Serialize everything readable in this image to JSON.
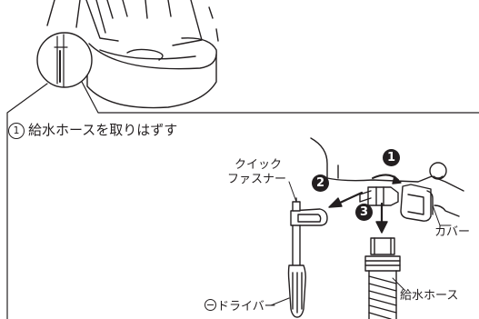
{
  "step": {
    "number": "1",
    "title": "給水ホースを取りはずす"
  },
  "callouts": {
    "n1": "1",
    "n2": "2",
    "n3": "3"
  },
  "labels": {
    "quick_fastener_line1": "クイック",
    "quick_fastener_line2": "ファスナー",
    "cover": "カバー",
    "screwdriver": "ドライバー",
    "supply_hose": "給水ホース"
  },
  "icons": {
    "minus_screwdriver": "minus-circle"
  }
}
